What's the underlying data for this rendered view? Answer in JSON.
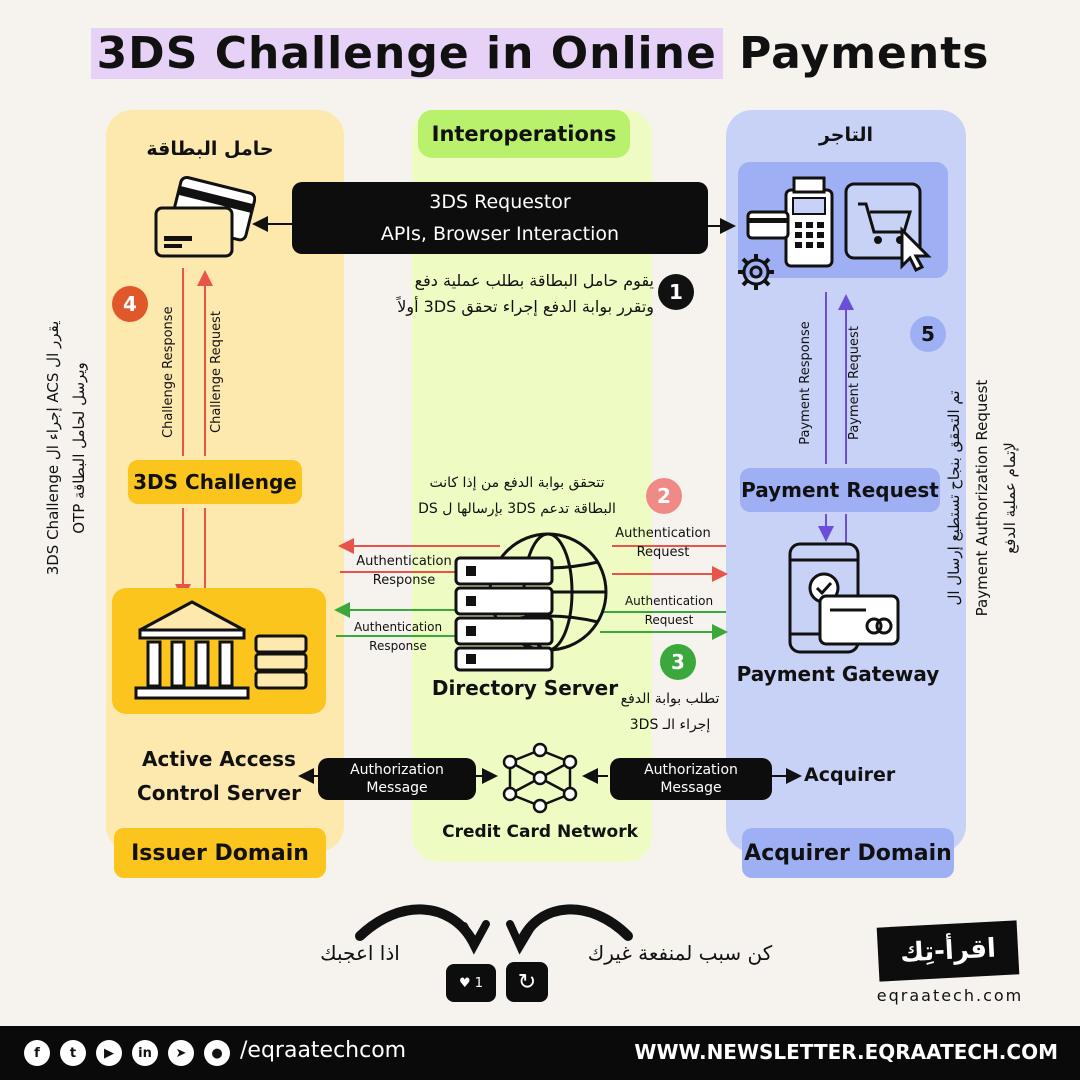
{
  "title": {
    "highlight": "3DS Challenge in Online",
    "rest": " Payments"
  },
  "columns": {
    "interop_label": "Interoperations",
    "issuer_heading": "حامل البطاقة",
    "merchant_heading": "التاجر",
    "issuer_domain": "Issuer Domain",
    "acquirer_domain": "Acquirer Domain"
  },
  "requestor": {
    "line1": "3DS Requestor",
    "line2": "APIs, Browser Interaction"
  },
  "steps": {
    "s1": {
      "num": "1",
      "text1": "يقوم حامل البطاقة بطلب عملية دفع",
      "text2": "وتقرر بوابة الدفع إجراء تحقق 3DS أولاً"
    },
    "s2": {
      "num": "2",
      "text1": "تتحقق بوابة الدفع من إذا كانت",
      "text2": "البطاقة تدعم 3DS بإرسالها ل DS"
    },
    "s3": {
      "num": "3",
      "text1": "تطلب بوابة الدفع",
      "text2": "إجراء الـ 3DS"
    },
    "s4": {
      "num": "4",
      "text1": "يقرر ال ACS إجراء ال 3DS Challenge",
      "text2": "ويرسل لحامل البطاقة OTP"
    },
    "s5": {
      "num": "5",
      "text1": "تم التحقق بنجاح تستطيع إرسال ال",
      "text2": "Payment Authorization Request",
      "text3": "لإتمام عملية الدفع"
    }
  },
  "flows": {
    "challenge_response": "Challenge Response",
    "challenge_request": "Challenge Request",
    "challenge_label": "3DS Challenge",
    "payment_response": "Payment Response",
    "payment_request_v": "Payment Request",
    "payment_request_label": "Payment Request",
    "auth_req_1a": "Authentication",
    "auth_req_1b": "Request",
    "auth_resp_1a": "Authentication",
    "auth_resp_1b": "Response",
    "auth_req_2a": "Authentication",
    "auth_req_2b": "Request",
    "auth_resp_2a": "Authentication",
    "auth_resp_2b": "Response",
    "authz_msg_left_a": "Authorization",
    "authz_msg_left_b": "Message",
    "authz_msg_right_a": "Authorization",
    "authz_msg_right_b": "Message"
  },
  "nodes": {
    "directory_server": "Directory Server",
    "payment_gateway": "Payment Gateway",
    "acs_line1": "Active Access",
    "acs_line2": "Control Server",
    "credit_card_network": "Credit Card Network",
    "acquirer": "Acquirer"
  },
  "cta": {
    "left": "اذا اعجبك",
    "right": "كن سبب لمنفعة غيرك",
    "like_count": "1"
  },
  "brand": {
    "logo": "اقرأ-تِك",
    "site": "eqraatech.com"
  },
  "footer": {
    "handle": "/eqraatechcom",
    "newsletter": "WWW.NEWSLETTER.EQRAATECH.COM"
  },
  "colors": {
    "issuer": "#fde9ae",
    "interop": "#eefcc4",
    "acquirer": "#c8d2f7",
    "red": "#e8544a",
    "green": "#3aa83a",
    "purple": "#6b4fd8"
  }
}
